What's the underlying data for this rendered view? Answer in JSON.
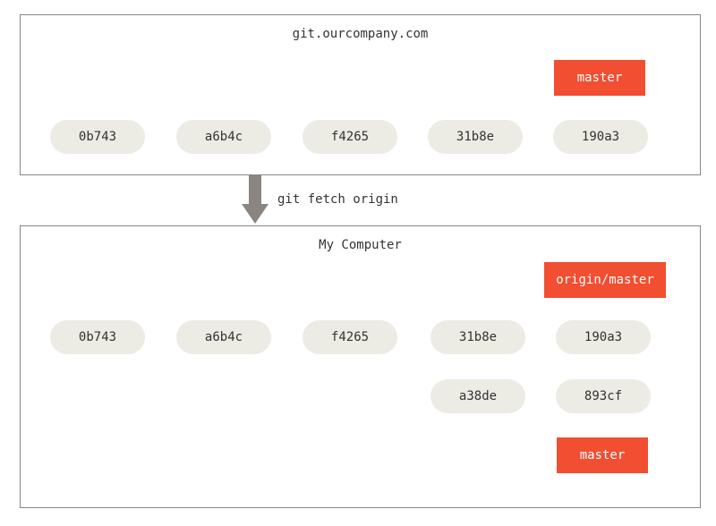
{
  "remote": {
    "title": "git.ourcompany.com",
    "commits": [
      "0b743",
      "a6b4c",
      "f4265",
      "31b8e",
      "190a3"
    ],
    "branch": "master"
  },
  "fetch_command": "git fetch origin",
  "local": {
    "title": "My Computer",
    "commits": [
      "0b743",
      "a6b4c",
      "f4265",
      "31b8e",
      "190a3"
    ],
    "branch_commits": [
      "a38de",
      "893cf"
    ],
    "remote_branch": "origin/master",
    "branch": "master"
  },
  "colors": {
    "commit_fill": "#ecebe4",
    "branch_fill": "#f14e32",
    "arrow": "#8a8580",
    "border": "#8a8580"
  }
}
